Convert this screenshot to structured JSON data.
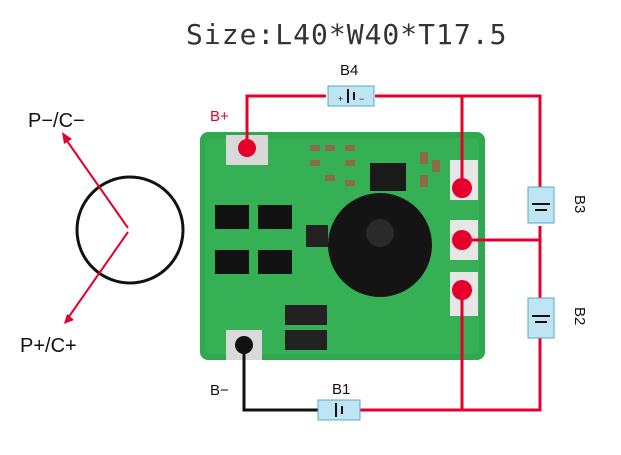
{
  "title": "Size:L40*W40*T17.5",
  "terminals": {
    "p_minus": "P−/C−",
    "p_plus": "P+/C+",
    "b_plus": "B+",
    "b_minus": "B−"
  },
  "cells": {
    "b1": "B1",
    "b2": "B2",
    "b3": "B3",
    "b4": "B4"
  },
  "battery_signs": {
    "plus": "+",
    "minus": "−"
  },
  "colors": {
    "wire": "#e4002b",
    "ground_wire": "#111111",
    "pcb": "#2fa84f",
    "pcb_dark": "#1f8a3c",
    "cell_fill": "#bfe4f2"
  }
}
